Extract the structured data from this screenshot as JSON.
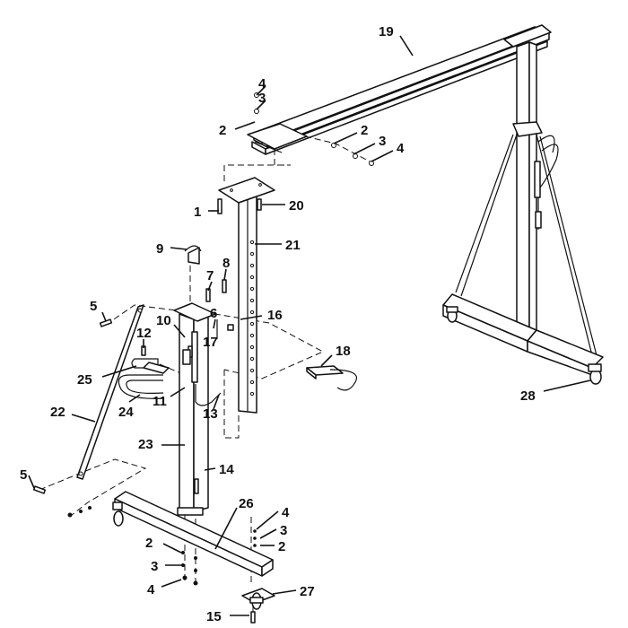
{
  "callouts": [
    {
      "id": "c19",
      "text": "19"
    },
    {
      "id": "c4a",
      "text": "4"
    },
    {
      "id": "c3a",
      "text": "3"
    },
    {
      "id": "c2a",
      "text": "2"
    },
    {
      "id": "c2b",
      "text": "2"
    },
    {
      "id": "c3b",
      "text": "3"
    },
    {
      "id": "c4b",
      "text": "4"
    },
    {
      "id": "c1",
      "text": "1"
    },
    {
      "id": "c20",
      "text": "20"
    },
    {
      "id": "c21",
      "text": "21"
    },
    {
      "id": "c9",
      "text": "9"
    },
    {
      "id": "c8",
      "text": "8"
    },
    {
      "id": "c7",
      "text": "7"
    },
    {
      "id": "c5a",
      "text": "5"
    },
    {
      "id": "c6",
      "text": "6"
    },
    {
      "id": "c16",
      "text": "16"
    },
    {
      "id": "c10",
      "text": "10"
    },
    {
      "id": "c17",
      "text": "17"
    },
    {
      "id": "c12",
      "text": "12"
    },
    {
      "id": "c18",
      "text": "18"
    },
    {
      "id": "c25",
      "text": "25"
    },
    {
      "id": "c11",
      "text": "11"
    },
    {
      "id": "c24",
      "text": "24"
    },
    {
      "id": "c13",
      "text": "13"
    },
    {
      "id": "c22",
      "text": "22"
    },
    {
      "id": "c28",
      "text": "28"
    },
    {
      "id": "c23",
      "text": "23"
    },
    {
      "id": "c14",
      "text": "14"
    },
    {
      "id": "c5b",
      "text": "5"
    },
    {
      "id": "c26",
      "text": "26"
    },
    {
      "id": "c4c",
      "text": "4"
    },
    {
      "id": "c3c",
      "text": "3"
    },
    {
      "id": "c2c",
      "text": "2"
    },
    {
      "id": "c2d",
      "text": "2"
    },
    {
      "id": "c3d",
      "text": "3"
    },
    {
      "id": "c4d",
      "text": "4"
    },
    {
      "id": "c27",
      "text": "27"
    },
    {
      "id": "c15",
      "text": "15"
    }
  ]
}
